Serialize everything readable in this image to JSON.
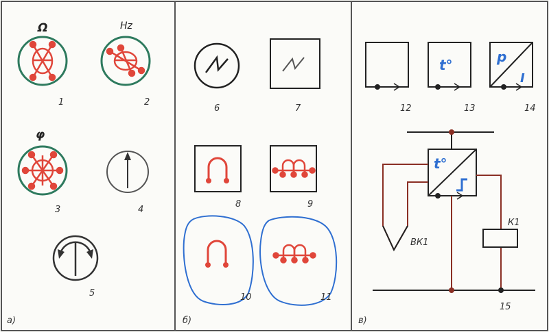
{
  "panels": {
    "a": {
      "label": "а)",
      "numbers": [
        "1",
        "2",
        "3",
        "4",
        "5"
      ],
      "symbols": {
        "ohm": "Ω",
        "hz": "Hz",
        "phi": "φ"
      }
    },
    "b": {
      "label": "б)",
      "numbers": [
        "6",
        "7",
        "8",
        "9",
        "10",
        "11"
      ]
    },
    "v": {
      "label": "в)",
      "numbers": [
        "12",
        "13",
        "14",
        "15"
      ],
      "symbols": {
        "t": "t°",
        "p": "p",
        "i": "I",
        "t2": "t°"
      },
      "labels": {
        "bk1": "ВК1",
        "k1": "К1"
      }
    }
  },
  "colors": {
    "green": "#2e7a5e",
    "red": "#e0463a",
    "blue": "#2f6fd1",
    "brown": "#8a2f24",
    "black": "#222222"
  }
}
